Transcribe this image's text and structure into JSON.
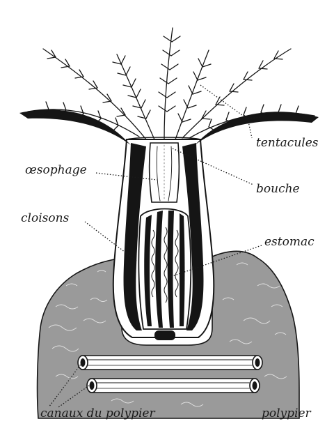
{
  "figure": {
    "labels": {
      "tentacules": "tentacules",
      "oesophage": "œsophage",
      "bouche": "bouche",
      "cloisons": "cloisons",
      "estomac": "estomac",
      "canaux": "canaux du polypier",
      "polypier": "polypier"
    },
    "colors": {
      "ink": "#151515",
      "paper": "#ffffff",
      "stipple": "#6b6b6b"
    }
  }
}
